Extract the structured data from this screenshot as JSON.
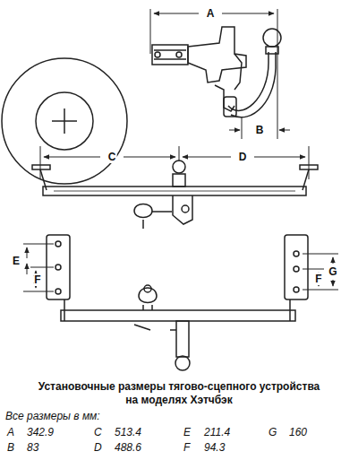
{
  "diagram": {
    "caption": "Установочные размеры тягово-сцепного устройства на моделях Хэтчбэк",
    "labels": [
      "A",
      "B",
      "C",
      "D",
      "E",
      "F",
      "F",
      "G",
      "Все размеры в мм:",
      "A",
      "342.9",
      "B",
      "83",
      "C",
      "513.4",
      "D",
      "488.6",
      "E",
      "211.4",
      "F",
      "94.3",
      "G",
      "160"
    ]
  }
}
